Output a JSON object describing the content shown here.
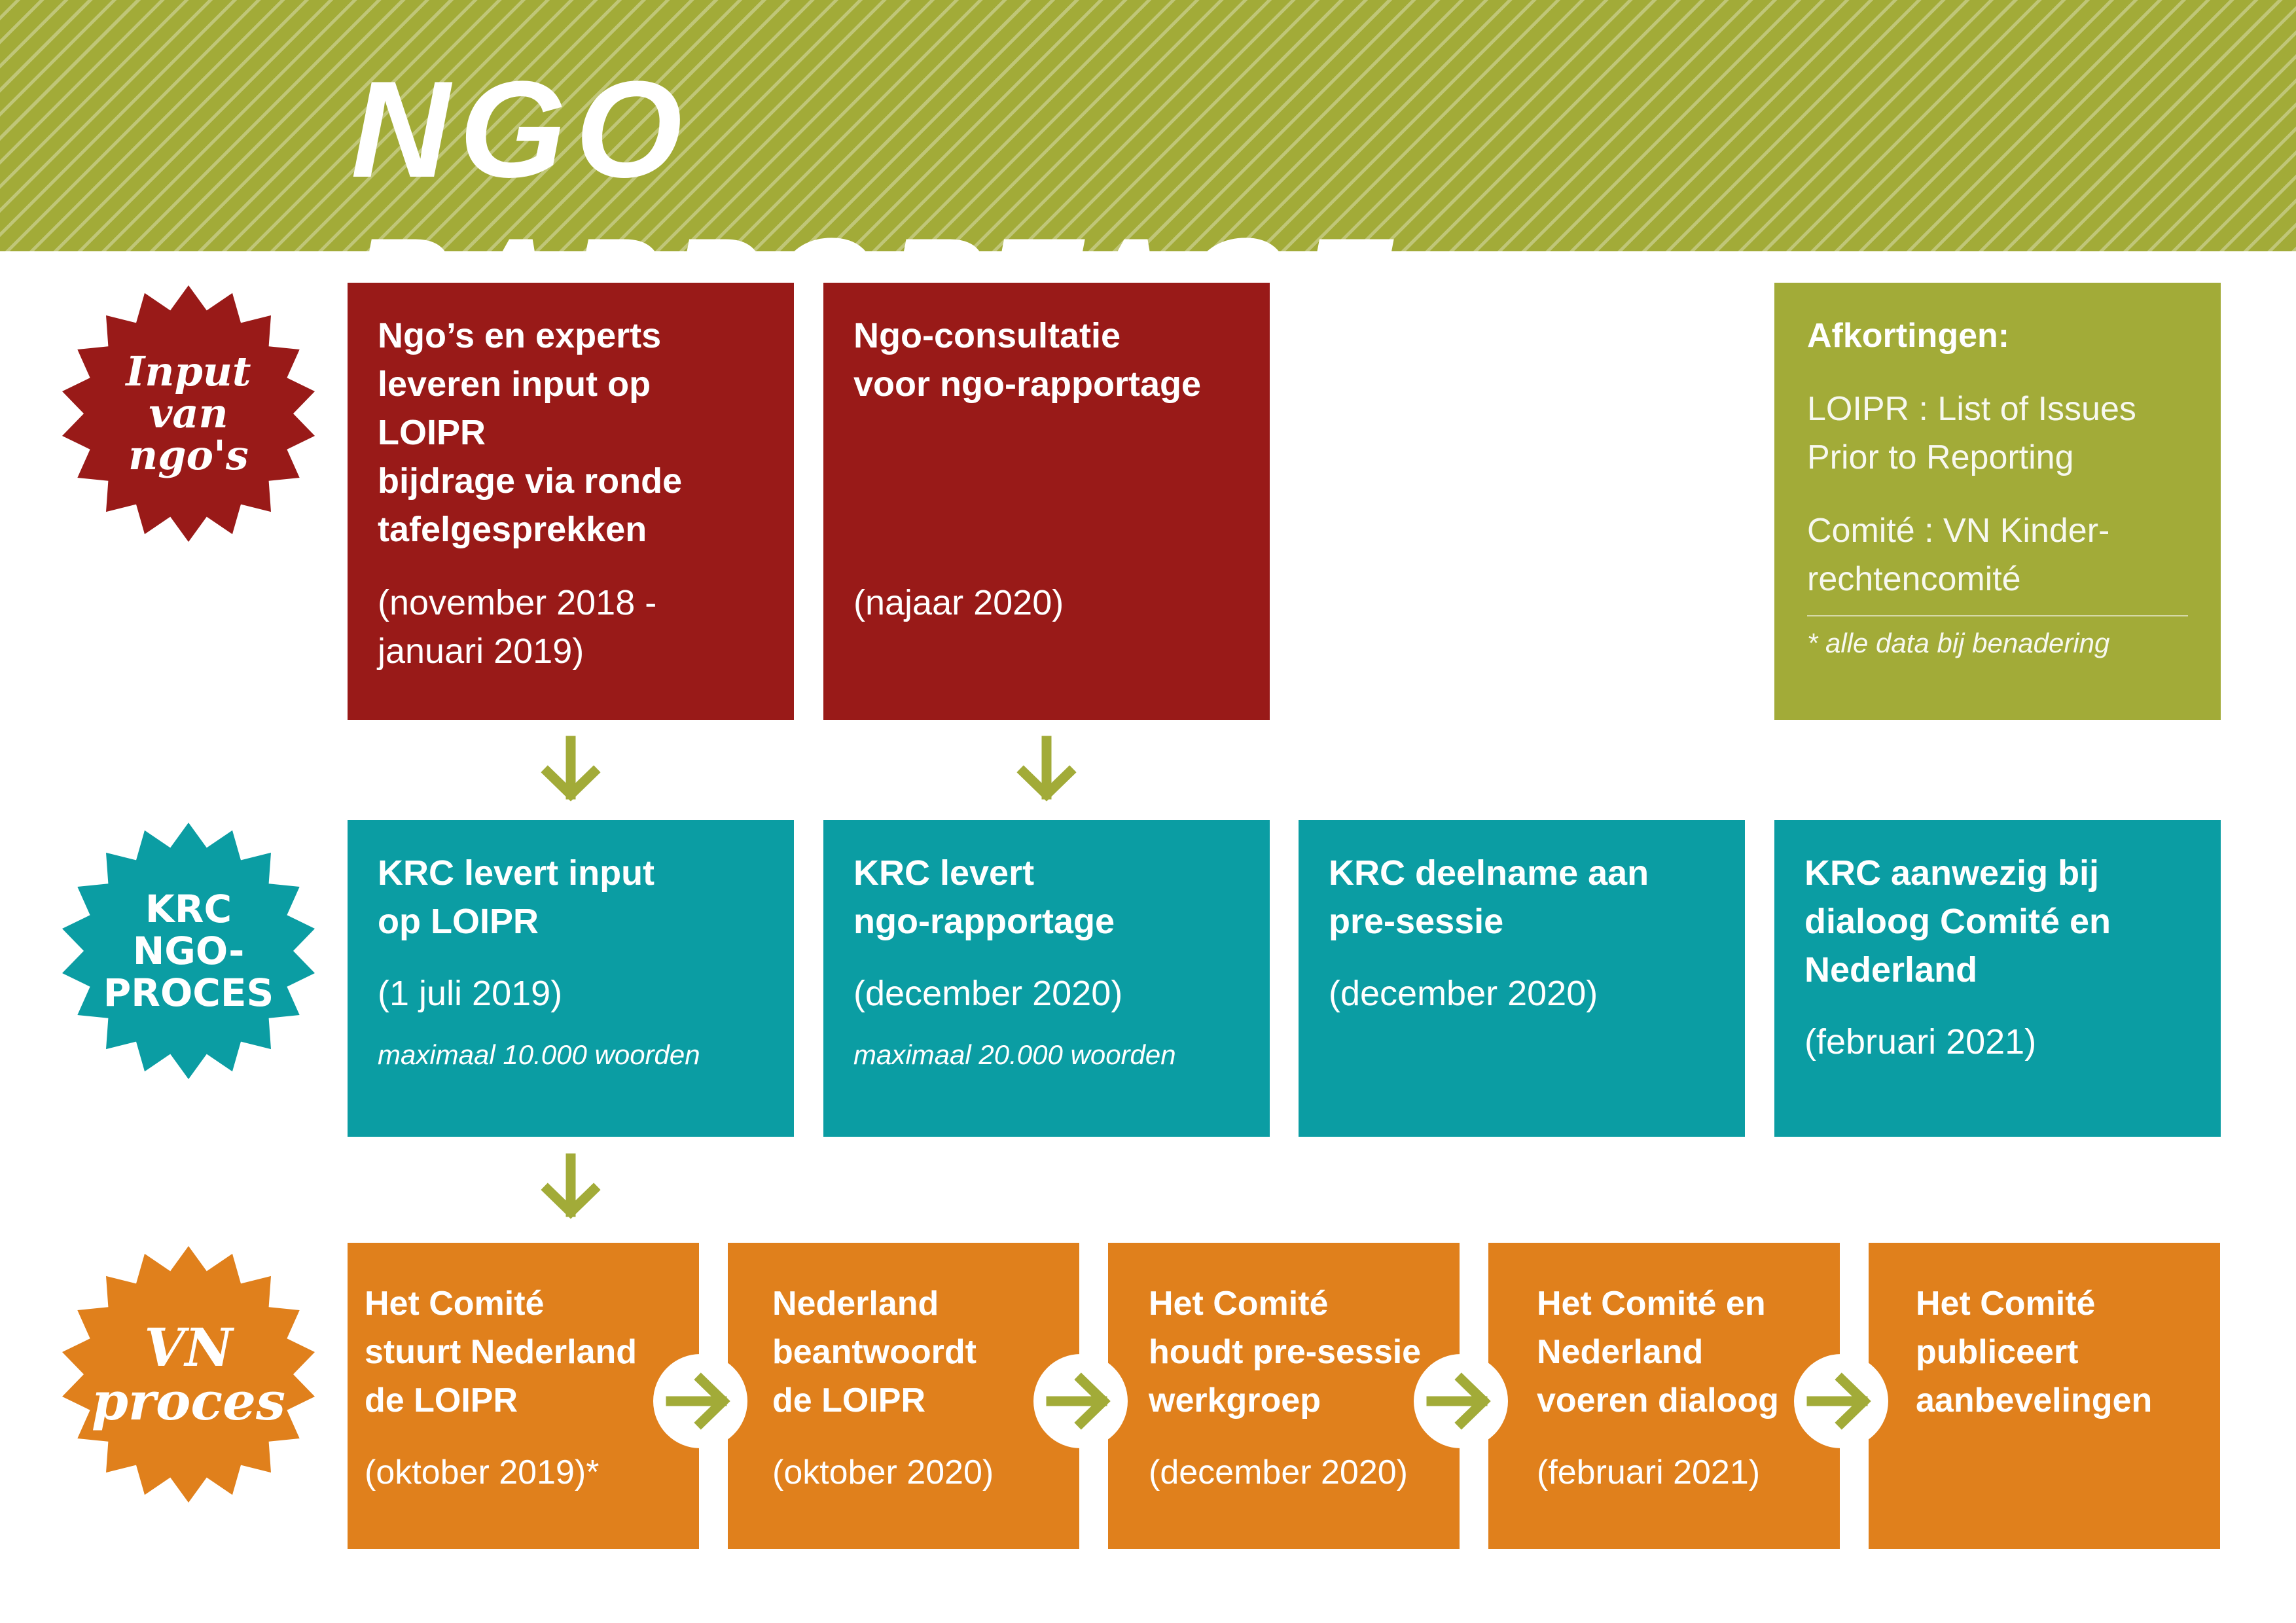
{
  "title": "NGO RAPPORTAGE",
  "colors": {
    "header": "#a2ab38",
    "red": "#991a18",
    "teal": "#0b9da3",
    "orange": "#e0801c",
    "green": "#a2ab38"
  },
  "badges": {
    "input": "Input\nvan\nngo's",
    "krc": "KRC\nNGO-\nPROCES",
    "vn": "VN\nproces"
  },
  "input_row": [
    {
      "heading": "Ngo’s en experts\nleveren input op LOIPR\nbijdrage via ronde\ntafelgesprekken",
      "date": "(november 2018 -\njanuari 2019)"
    },
    {
      "heading": "Ngo-consultatie\nvoor ngo-rapportage",
      "date": "(najaar 2020)"
    }
  ],
  "abbreviations": {
    "title": "Afkortingen:",
    "loipr": "LOIPR : List of Issues\nPrior to Reporting",
    "comite": "Comité : VN Kinder-\nrechtencomité",
    "note": "* alle data bij benadering"
  },
  "krc_row": [
    {
      "heading": "KRC levert input\nop LOIPR",
      "date": "(1 juli 2019)",
      "note": "maximaal 10.000 woorden"
    },
    {
      "heading": "KRC levert\nngo-rapportage",
      "date": "(december 2020)",
      "note": "maximaal 20.000 woorden"
    },
    {
      "heading": "KRC deelname aan\npre-sessie",
      "date": "(december 2020)"
    },
    {
      "heading": "KRC aanwezig bij\ndialoog Comité en\nNederland",
      "date": "(februari 2021)"
    }
  ],
  "vn_row": [
    {
      "heading": "Het Comité\nstuurt Nederland\nde LOIPR",
      "date": "(oktober 2019)*"
    },
    {
      "heading": "Nederland\nbeantwoordt\nde LOIPR",
      "date": "(oktober 2020)"
    },
    {
      "heading": "Het Comité\nhoudt pre-sessie\nwerkgroep",
      "date": "(december 2020)"
    },
    {
      "heading": "Het Comité en\nNederland\nvoeren dialoog",
      "date": "(februari 2021)"
    },
    {
      "heading": "Het Comité\npubliceert\naanbevelingen"
    }
  ],
  "icons": {
    "down_arrow": "arrow-down-icon",
    "right_arrow": "arrow-right-icon",
    "badge_shape": "starburst-icon"
  }
}
